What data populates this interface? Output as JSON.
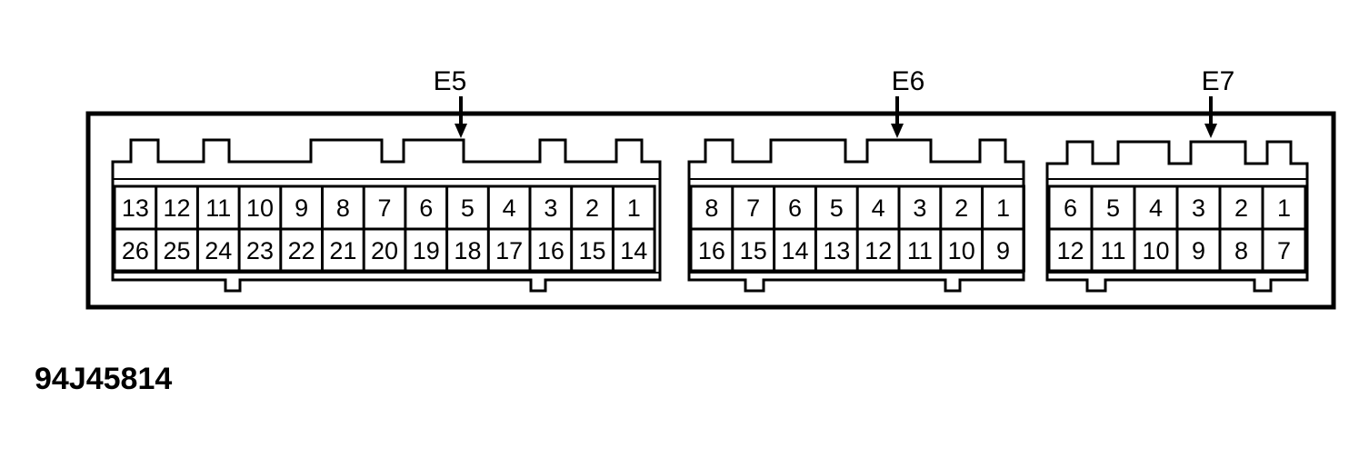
{
  "connectors": [
    {
      "label": "E5",
      "top_row": [
        "13",
        "12",
        "11",
        "10",
        "9",
        "8",
        "7",
        "6",
        "5",
        "4",
        "3",
        "2",
        "1"
      ],
      "bottom_row": [
        "26",
        "25",
        "24",
        "23",
        "22",
        "21",
        "20",
        "19",
        "18",
        "17",
        "16",
        "15",
        "14"
      ]
    },
    {
      "label": "E6",
      "top_row": [
        "8",
        "7",
        "6",
        "5",
        "4",
        "3",
        "2",
        "1"
      ],
      "bottom_row": [
        "16",
        "15",
        "14",
        "13",
        "12",
        "11",
        "10",
        "9"
      ]
    },
    {
      "label": "E7",
      "top_row": [
        "6",
        "5",
        "4",
        "3",
        "2",
        "1"
      ],
      "bottom_row": [
        "12",
        "11",
        "10",
        "9",
        "8",
        "7"
      ]
    }
  ],
  "figure_code": "94J45814",
  "colors": {
    "line": "#000000",
    "background": "#ffffff"
  }
}
